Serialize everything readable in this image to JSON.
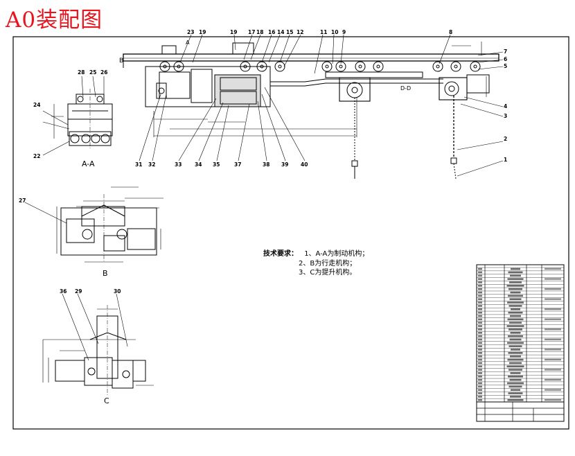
{
  "title": "A0装配图",
  "technical_requirements": {
    "heading": "技术要求：",
    "lines": [
      "1、A-A为制动机构；",
      "2、B为行走机构；",
      "3、C为提升机构。"
    ]
  },
  "views": {
    "section_aa": "A-A",
    "view_b": "B",
    "view_c": "C",
    "section_dd": "D-D",
    "cut_a": "A",
    "cut_b": "B"
  },
  "balloons_top": [
    "23",
    "19",
    "19",
    "17",
    "18",
    "16",
    "14",
    "15",
    "12",
    "11",
    "10",
    "9",
    "8",
    "7",
    "6",
    "5",
    "4"
  ],
  "balloons_bottom": [
    "31",
    "32",
    "33",
    "34",
    "35",
    "37",
    "38",
    "39",
    "40"
  ],
  "balloons_aa": [
    "28",
    "24",
    "25",
    "26"
  ],
  "balloons_right": [
    "3",
    "2",
    "1"
  ],
  "balloons_b": [
    "27"
  ],
  "balloons_c": [
    "36",
    "29",
    "30"
  ],
  "colors": {
    "title": "#e8141e",
    "line": "#000000",
    "dimension": "#2a2a2a",
    "background": "#ffffff"
  }
}
